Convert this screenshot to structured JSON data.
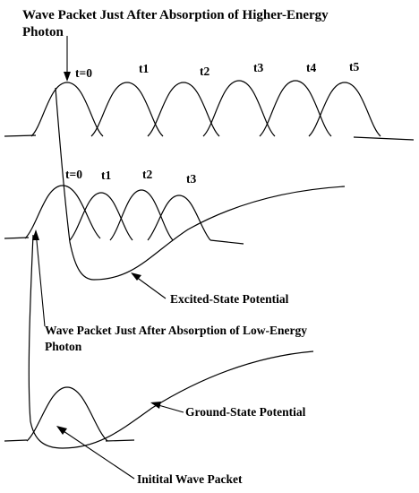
{
  "labels": {
    "higher_energy_line1": "Wave Packet Just After Absorption of Higher-Energy",
    "higher_energy_line2": "Photon",
    "low_energy_line1": "Wave Packet Just After Absorption of Low-Energy",
    "low_energy_line2": "Photon",
    "excited_state": "Excited-State Potential",
    "ground_state": "Ground-State Potential",
    "initial_packet": "Initital Wave Packet"
  },
  "upper_times": [
    "t=0",
    "t1",
    "t2",
    "t3",
    "t4",
    "t5"
  ],
  "lower_times": [
    "t=0",
    "t1",
    "t2",
    "t3"
  ]
}
